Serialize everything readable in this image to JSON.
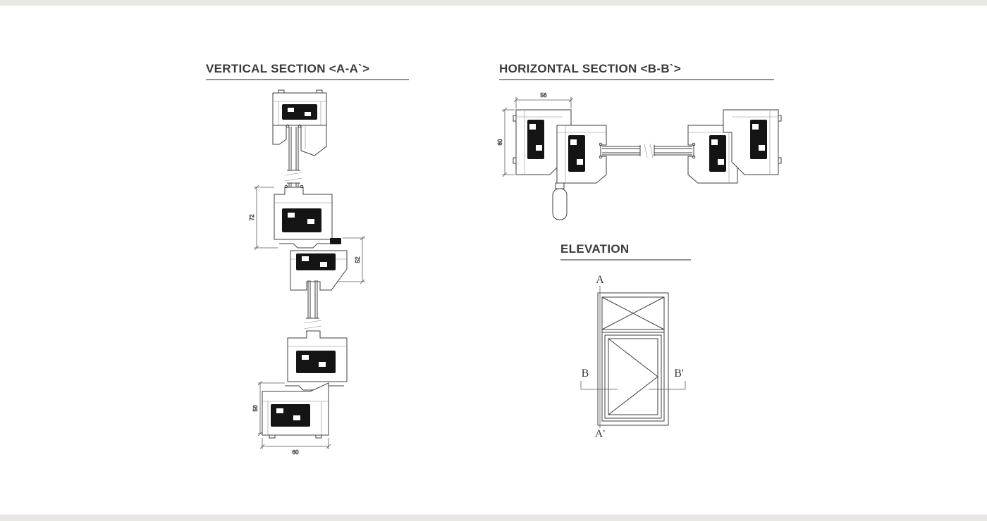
{
  "titles": {
    "vertical_section": "VERTICAL SECTION <A-A`>",
    "horizontal_section": "HORIZONTAL SECTION <B-B`>",
    "elevation": "ELEVATION"
  },
  "vertical_section": {
    "dimensions": {
      "d72": "72",
      "d52": "52",
      "d56": "56",
      "d60": "60"
    }
  },
  "horizontal_section": {
    "dimensions": {
      "d56": "56",
      "d60": "60"
    }
  },
  "elevation": {
    "markers": {
      "a": "A",
      "a_prime": "A'",
      "b": "B",
      "b_prime": "B'"
    }
  },
  "colors": {
    "line": "#3f3f3f",
    "steel_fill": "#141414",
    "title_text": "#3a3a3a",
    "title_rule": "#8f8f8f",
    "canvas_background": "#ffffff",
    "page_margin": "#e9e7e4"
  }
}
